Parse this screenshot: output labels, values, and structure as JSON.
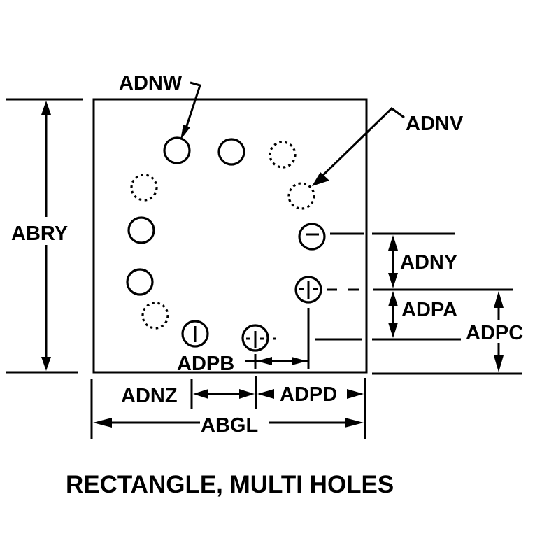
{
  "title": "RECTANGLE, MULTI HOLES",
  "labels": {
    "ADNW": "ADNW",
    "ADNV": "ADNV",
    "ABRY": "ABRY",
    "ADNY": "ADNY",
    "ADPA": "ADPA",
    "ADPC": "ADPC",
    "ADPB": "ADPB",
    "ADNZ": "ADNZ",
    "ADPD": "ADPD",
    "ABGL": "ABGL"
  },
  "holes": [
    {
      "id": "top-1",
      "style": "solid",
      "mark": "none"
    },
    {
      "id": "top-2",
      "style": "solid",
      "mark": "none"
    },
    {
      "id": "top-3",
      "style": "dotted",
      "mark": "none"
    },
    {
      "id": "left-upper-dotted",
      "style": "dotted",
      "mark": "none"
    },
    {
      "id": "right-dotted",
      "style": "dotted",
      "mark": "none"
    },
    {
      "id": "left-middle",
      "style": "solid",
      "mark": "none"
    },
    {
      "id": "right-horizontal-mark",
      "style": "solid",
      "mark": "horizontal"
    },
    {
      "id": "left-lower",
      "style": "solid",
      "mark": "none"
    },
    {
      "id": "right-cross-mark",
      "style": "solid",
      "mark": "centerline"
    },
    {
      "id": "left-lower-dotted",
      "style": "dotted",
      "mark": "none"
    },
    {
      "id": "bottom-vertical-mark",
      "style": "solid",
      "mark": "vertical"
    },
    {
      "id": "bottom-cross-mark",
      "style": "solid",
      "mark": "centerline"
    }
  ]
}
